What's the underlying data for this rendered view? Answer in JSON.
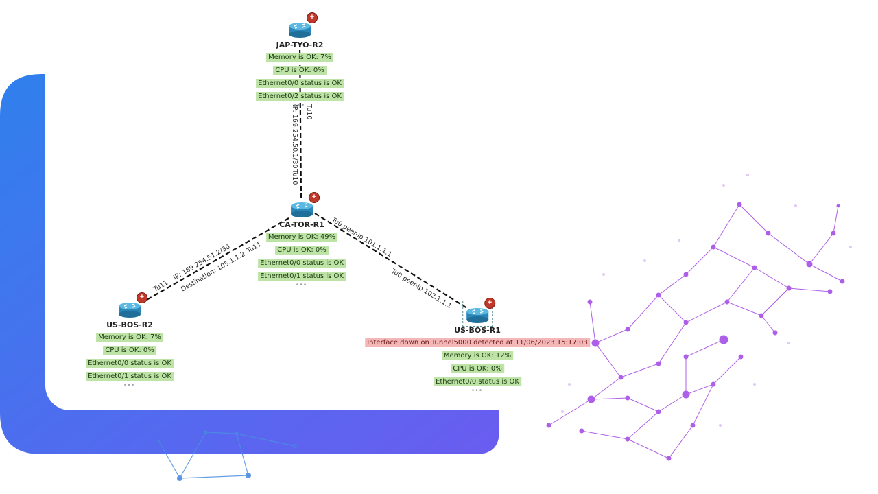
{
  "colors": {
    "panel_gradient_start": "#2f80ed",
    "panel_gradient_end": "#6a5cf0",
    "status_ok_bg": "#bde3a6",
    "status_alert_bg": "#f4b7b7",
    "network_decor": "#a64ee6"
  },
  "nodes": {
    "jap": {
      "name": "JAP-TYO-R2",
      "status": [
        "Memory is OK: 7%",
        "CPU is OK: 0%",
        "Ethernet0/0 status is OK",
        "Ethernet0/2 status is OK"
      ],
      "more": "•••"
    },
    "ca": {
      "name": "CA-TOR-R1",
      "status": [
        "Memory is OK: 49%",
        "CPU is OK: 0%",
        "Ethernet0/0 status is OK",
        "Ethernet0/1 status is OK"
      ],
      "more": "•••"
    },
    "usr2": {
      "name": "US-BOS-R2",
      "status": [
        "Memory is OK: 7%",
        "CPU is OK: 0%",
        "Ethernet0/0 status is OK",
        "Ethernet0/1 status is OK"
      ],
      "more": "•••"
    },
    "usr1": {
      "name": "US-BOS-R1",
      "alert": "Interface down on Tunnel5000 detected at 11/06/2023 15:17:03",
      "status": [
        "Memory is OK: 12%",
        "CPU is OK: 0%",
        "Ethernet0/0 status is OK"
      ],
      "more": "•••"
    }
  },
  "links": {
    "jap_ca": {
      "tu_top": "Tu10",
      "ip": "IP: 169.254.50.1/30",
      "tu_bottom": "Tu10"
    },
    "ca_usr2": {
      "tu_ca": "Tu11",
      "ip": "IP: 169.254.51.2/30",
      "destination": "Destination: 105.1.1.2",
      "tu_usr2": "Tu11"
    },
    "ca_usr1": {
      "peer_ca": "Tu0 peer-ip 101.1.1.1",
      "peer_usr1": "Tu0 peer-ip 102.1.1.1"
    }
  },
  "icons": {
    "router": "router-icon",
    "alert": "plus-alert-icon"
  }
}
